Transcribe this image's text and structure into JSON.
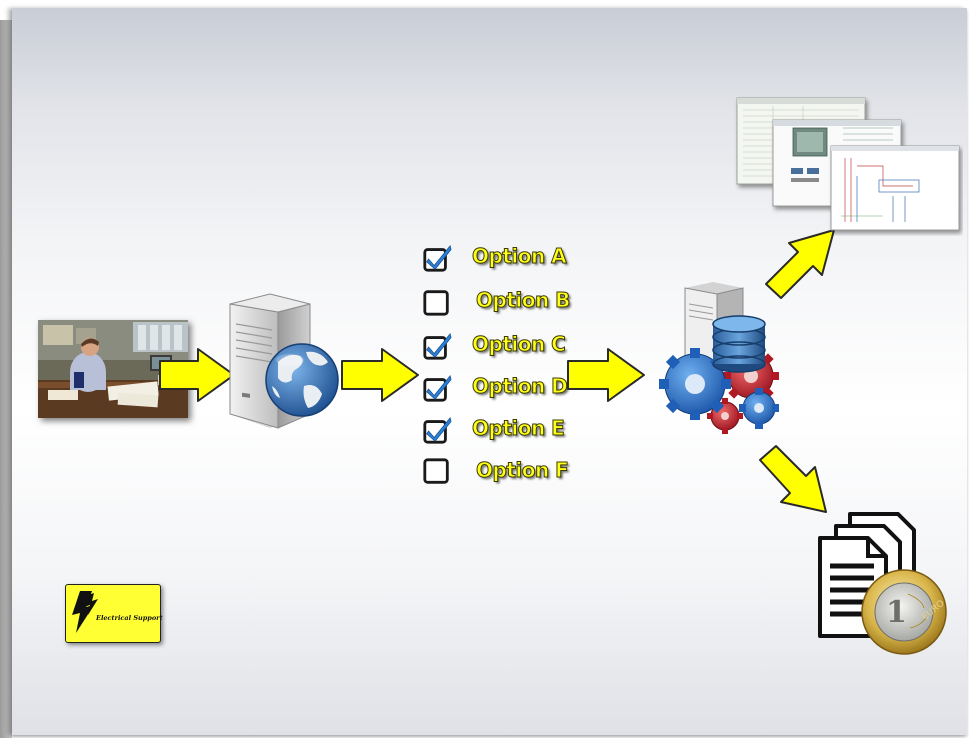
{
  "options": [
    {
      "label": "Option A",
      "checked": true
    },
    {
      "label": "Option B",
      "checked": false
    },
    {
      "label": "Option C",
      "checked": true
    },
    {
      "label": "Option D",
      "checked": true
    },
    {
      "label": "Option E",
      "checked": true
    },
    {
      "label": "Option F",
      "checked": false
    }
  ],
  "logo": {
    "text": "Electrical Support"
  },
  "coin": {
    "text": "EURO",
    "value": "1"
  },
  "colors": {
    "arrow_fill": "#ffff00",
    "arrow_stroke": "#2a2a2a",
    "check": "#2b7fd4",
    "option_text": "#ffff1a",
    "logo_bg": "#ffff33",
    "globe": "#2f6fb3",
    "gear_blue": "#2f7ad6",
    "gear_red": "#c8202c"
  },
  "icons": [
    "person-photo",
    "web-server-icon",
    "globe-icon",
    "checkbox-icon",
    "database-server-icon",
    "gear-icon",
    "screenshots-icon",
    "documents-icon",
    "euro-coin-icon",
    "lightning-logo-icon"
  ]
}
